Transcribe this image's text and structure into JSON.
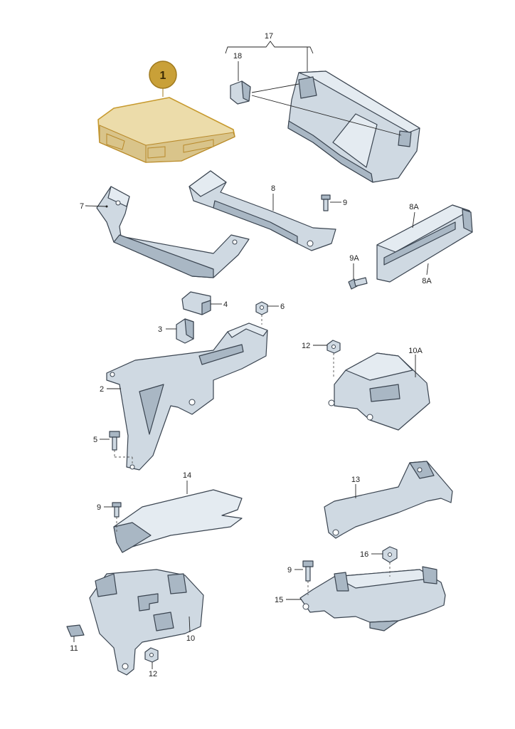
{
  "labels": {
    "l1": "1",
    "l2": "2",
    "l3": "3",
    "l4": "4",
    "l5": "5",
    "l6": "6",
    "l7": "7",
    "l8": "8",
    "l8a_top": "8A",
    "l8a_bottom": "8A",
    "l9_upper": "9",
    "l9a": "9A",
    "l9_mid": "9",
    "l9_lower": "9",
    "l10": "10",
    "l10a": "10A",
    "l11": "11",
    "l12_upper": "12",
    "l12_lower": "12",
    "l13": "13",
    "l14": "14",
    "l15": "15",
    "l16": "16",
    "l17": "17",
    "l18": "18"
  },
  "colors": {
    "highlight_badge": "#c9a038",
    "highlight_part": "#ecdcaa",
    "part_fill": "#cfd9e2"
  }
}
